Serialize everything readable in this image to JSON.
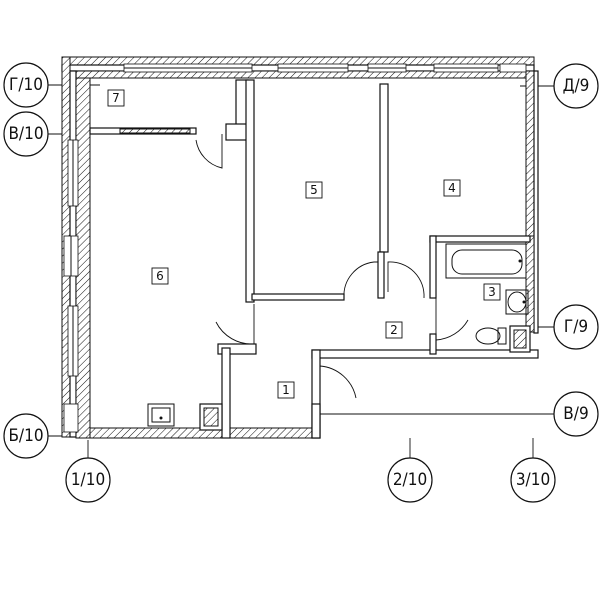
{
  "plan": {
    "axes": {
      "g10": "Г/10",
      "v10": "В/10",
      "b10": "Б/10",
      "d9": "Д/9",
      "g9": "Г/9",
      "v9": "В/9",
      "n1_10": "1/10",
      "n2_10": "2/10",
      "n3_10": "3/10"
    },
    "rooms": {
      "r1": "1",
      "r2": "2",
      "r3": "3",
      "r4": "4",
      "r5": "5",
      "r6": "6",
      "r7": "7"
    }
  }
}
